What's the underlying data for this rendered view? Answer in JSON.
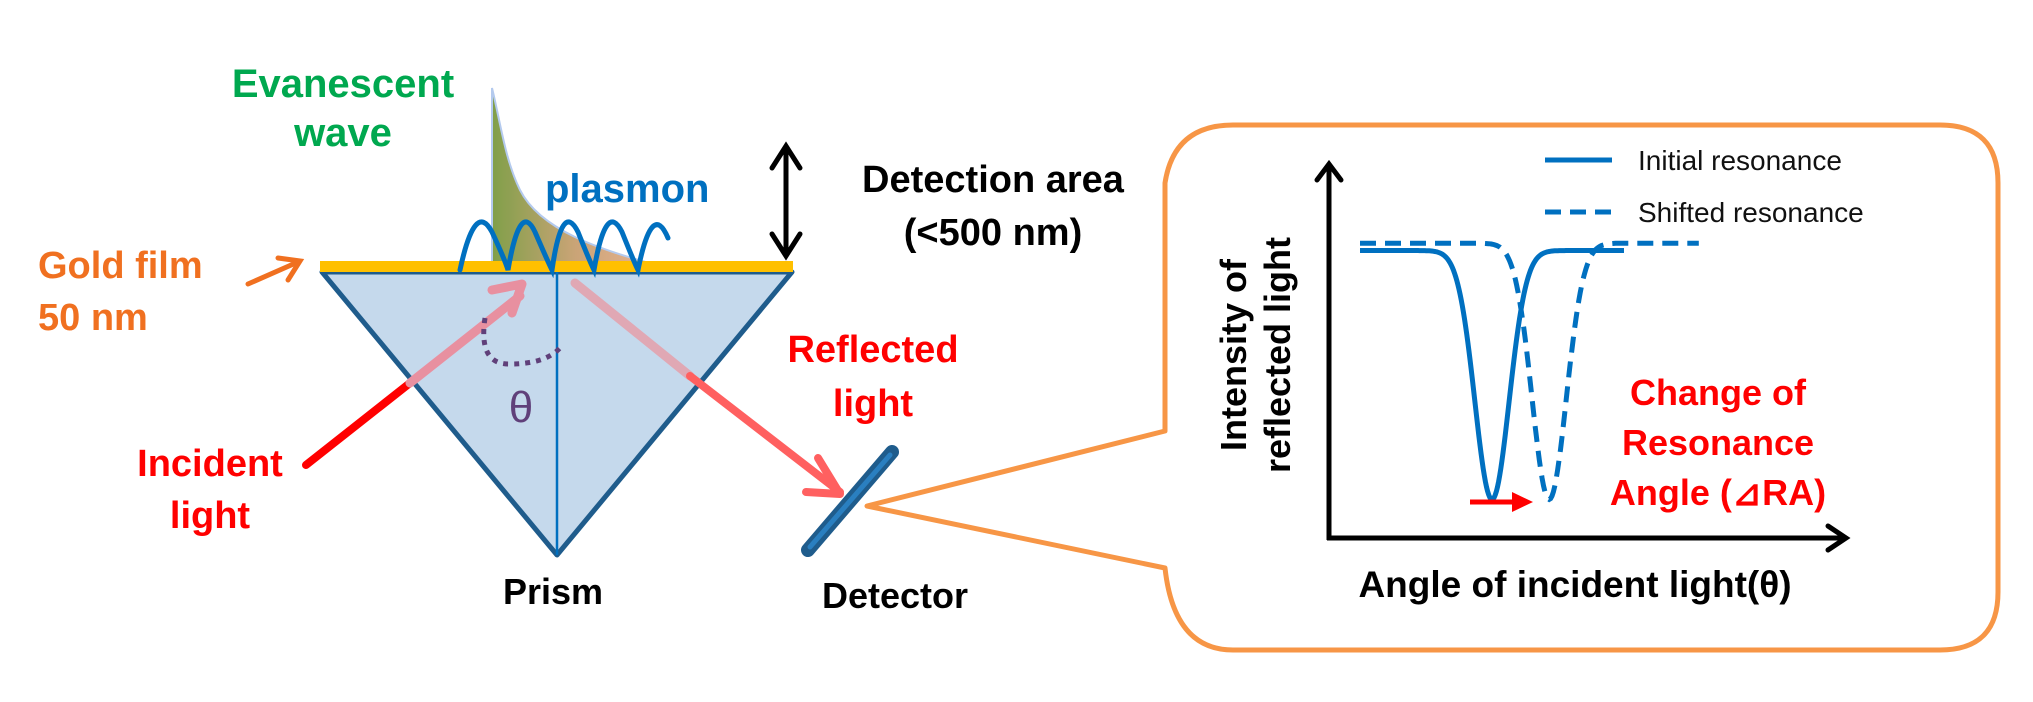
{
  "labels": {
    "evanescent_line1": "Evanescent",
    "evanescent_line2": "wave",
    "plasmon": "plasmon",
    "gold_line1": "Gold film",
    "gold_line2": "50 nm",
    "detection_line1": "Detection area",
    "detection_line2": "(<500 nm)",
    "reflected_line1": "Reflected",
    "reflected_line2": "light",
    "incident_line1": "Incident",
    "incident_line2": "light",
    "theta": "θ",
    "prism": "Prism",
    "detector": "Detector"
  },
  "colors": {
    "gold_film": "#ffc000",
    "prism_fill": "#c5d9ec",
    "prism_edge": "#1f5c8c",
    "plasmon_wave": "#0070c0",
    "incident_light": "#ff0000",
    "reflected_light": "#ff6060",
    "callout_border": "#f79646",
    "evanescent_label": "#00a84f",
    "gold_label": "#f07020",
    "angle_mark": "#60407a"
  },
  "chart_data": {
    "type": "line",
    "title": "",
    "xlabel": "Angle of incident light(θ)",
    "ylabel_line1": "Intensity of",
    "ylabel_line2": "reflected light",
    "grid": false,
    "legend_position": "top-right",
    "xlim": [
      0,
      10
    ],
    "ylim": [
      0,
      1
    ],
    "series": [
      {
        "name": "Initial resonance",
        "style": "solid",
        "baseline": 0.78,
        "dip_center": 3.0,
        "dip_min": 0.1,
        "dip_width": 0.55,
        "x_end": 6.0
      },
      {
        "name": "Shifted resonance",
        "style": "dashed",
        "baseline": 0.8,
        "dip_center": 4.3,
        "dip_min": 0.1,
        "dip_width": 0.55,
        "x_end": 7.7
      }
    ],
    "annotation": {
      "line1": "Change of",
      "line2": "Resonance",
      "line3": "Angle (⊿RA)",
      "arrow_from": 3.0,
      "arrow_to": 4.3
    }
  }
}
